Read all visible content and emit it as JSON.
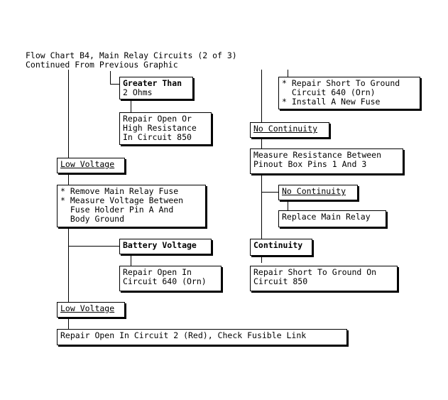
{
  "header": {
    "title": "Flow Chart B4, Main Relay Circuits (2 of 3)",
    "subtitle": "Continued From Previous Graphic"
  },
  "left": {
    "greater_than": {
      "label": "Greater Than",
      "value": "2 Ohms"
    },
    "repair_850": "Repair Open Or\nHigh Resistance\nIn Circuit 850",
    "low_voltage_1": "Low Voltage",
    "measure_steps": "* Remove Main Relay Fuse\n* Measure Voltage Between\n  Fuse Holder Pin A And\n  Body Ground",
    "battery_voltage": "Battery Voltage",
    "repair_640": "Repair Open In\nCircuit 640 (Orn)",
    "low_voltage_2": "Low Voltage",
    "repair_circuit2": "Repair Open In Circuit 2 (Red), Check Fusible Link"
  },
  "right": {
    "repair_short_steps": "* Repair Short To Ground\n  Circuit 640 (Orn)\n* Install A New Fuse",
    "no_continuity_1": "No Continuity",
    "measure_resistance": "Measure Resistance Between\nPinout Box Pins 1 And 3",
    "no_continuity_2": "No Continuity",
    "replace_relay": "Replace Main Relay",
    "continuity": "Continuity",
    "repair_short_850": "Repair Short To Ground On\nCircuit 850"
  }
}
